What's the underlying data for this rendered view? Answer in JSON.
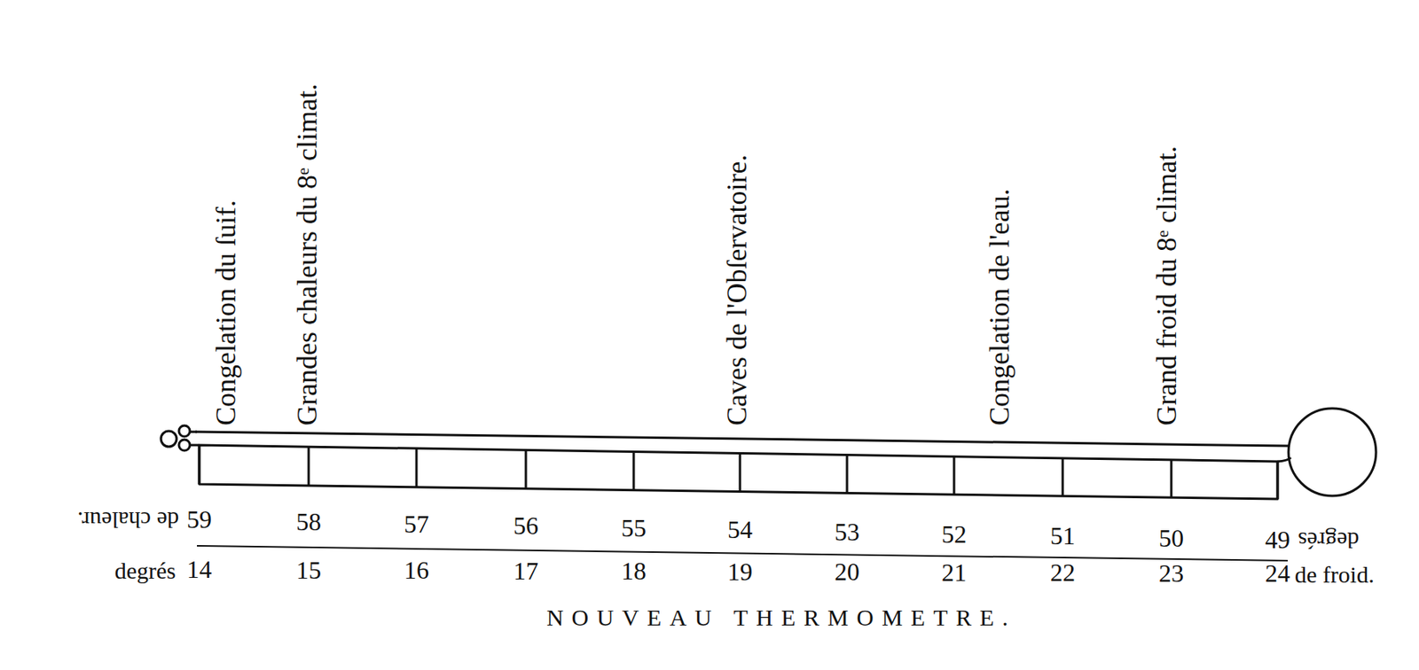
{
  "diagram": {
    "caption": "NOUVEAU THERMOMETRE.",
    "labels": [
      "Congelation du ſuif.",
      "Grandes chaleurs du 8ᵉ climat.",
      "Caves de l'Obſervatoire.",
      "Congelation de l'eau.",
      "Grand froid du 8ᵉ climat.",
      "de chaleur.",
      "59",
      "58",
      "57",
      "56",
      "55",
      "54",
      "53",
      "52",
      "51",
      "50",
      "49",
      "degrés",
      "degrés",
      "14",
      "15",
      "16",
      "17",
      "18",
      "19",
      "20",
      "21",
      "22",
      "23",
      "24",
      "de froid."
    ]
  }
}
